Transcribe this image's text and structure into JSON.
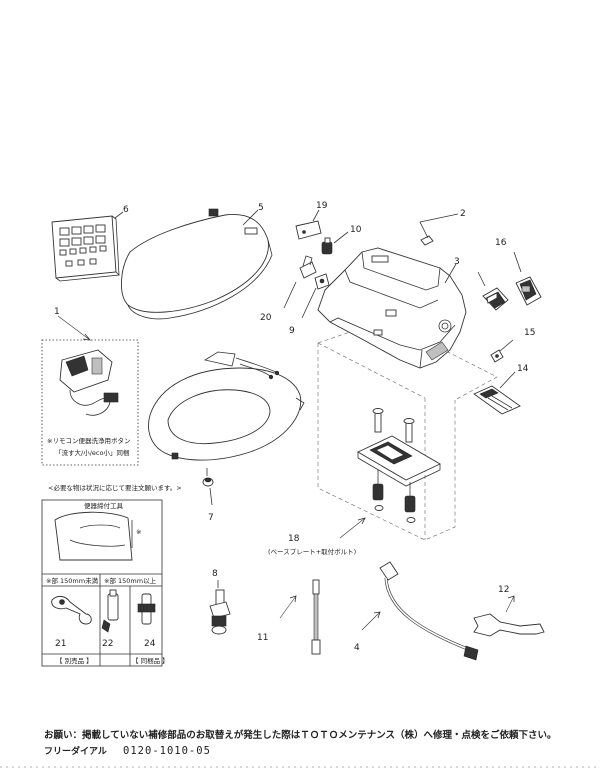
{
  "callouts": {
    "c1": "1",
    "c2": "2",
    "c3": "3",
    "c4": "4",
    "c5": "5",
    "c6": "6",
    "c7": "7",
    "c8": "8",
    "c9": "9",
    "c10": "10",
    "c11": "11",
    "c12": "12",
    "c14": "14",
    "c15": "15",
    "c16": "16",
    "c18": "18",
    "c19": "19",
    "c20": "20",
    "c21": "21",
    "c22": "22",
    "c24": "24"
  },
  "notes": {
    "remote_line1": "※リモコン便器洗浄用ボタン",
    "remote_line2": "「流す大/小/eco小」同梱",
    "baseplate_note": "(ベースプレート+取付ボルト)"
  },
  "tool_box": {
    "heading": "<必要な物は状況に応じて要注文願います。>",
    "subheading": "便器締付工具",
    "dim_mark": "※",
    "size_left": "※部 150mm未満",
    "size_right": "※部 150mm以上",
    "footer_left": "【 別売品 】",
    "footer_right": "【 同梱品 】"
  },
  "footer": {
    "request": "お願い：掲載していない補修部品のお取替えが発生した際はＴＯＴＯメンテナンス（株）へ修理・点検をご依頼下さい。",
    "freedial_label": "フリーダイアル",
    "freedial_number": "0120-1010-05"
  }
}
